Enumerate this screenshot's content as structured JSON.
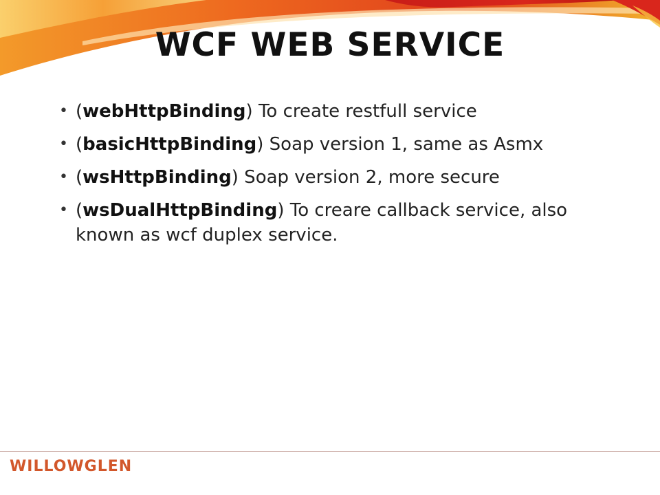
{
  "slide": {
    "title": "WCF WEB SERVICE",
    "bullets": [
      {
        "open": "(",
        "binding": "webHttpBinding",
        "close": ")",
        "text": " To create restfull service"
      },
      {
        "open": "(",
        "binding": "basicHttpBinding",
        "close": ")",
        "text": " Soap version 1, same as Asmx"
      },
      {
        "open": "(",
        "binding": "wsHttpBinding",
        "close": ")",
        "text": " Soap version 2, more secure"
      },
      {
        "open": "(",
        "binding": "wsDualHttpBinding",
        "close": ")",
        "text": " To creare callback service, also known as wcf duplex service."
      }
    ],
    "bullet_glyph": "•",
    "logo_text": "WILLOWGLEN"
  },
  "colors": {
    "swoosh_red": "#d9261c",
    "swoosh_orange": "#f2801f",
    "swoosh_yellow": "#f7c440",
    "logo": "#d2572b",
    "divider": "#c9a7a0"
  }
}
